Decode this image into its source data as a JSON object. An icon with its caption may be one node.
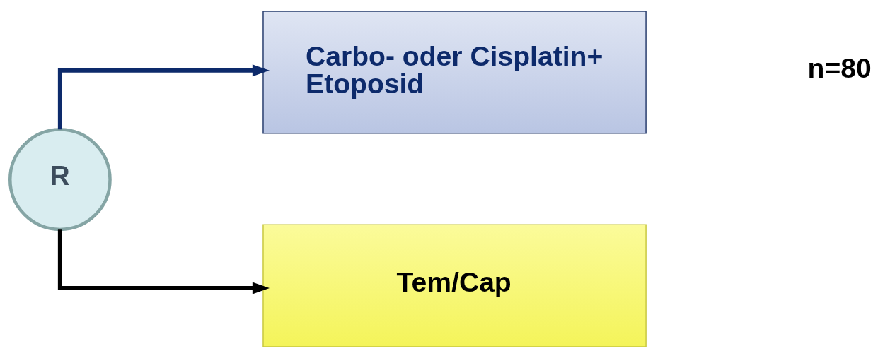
{
  "diagram": {
    "nodes": [
      {
        "text": [
          "R"
        ]
      },
      {
        "text": [
          "Carbo- oder Cisplatin+ Etoposid"
        ]
      },
      {
        "text": [
          "Tem/Cap"
        ]
      }
    ],
    "edges": [
      {
        "from": 0,
        "to": 1,
        "arrow": "to",
        "color": "#0d2a6b"
      },
      {
        "from": 0,
        "to": 2,
        "arrow": "to",
        "color": "#000000"
      }
    ],
    "labels": [
      "n=80"
    ]
  }
}
